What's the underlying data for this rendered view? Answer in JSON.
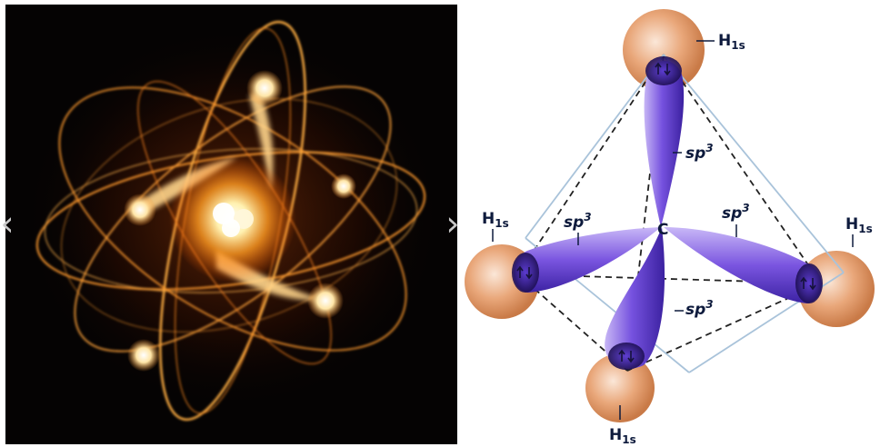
{
  "atom_illustration": {
    "icon": "atom-orbit-glow",
    "colors": {
      "background": "#050303",
      "orbit": "#ff9a2e",
      "core": "#fff6c8"
    }
  },
  "methane_diagram": {
    "center_atom": "C",
    "hydrogen_labels": [
      {
        "main": "H",
        "sub": "1s"
      },
      {
        "main": "H",
        "sub": "1s"
      },
      {
        "main": "H",
        "sub": "1s"
      },
      {
        "main": "H",
        "sub": "1s"
      }
    ],
    "hybrid_labels": [
      {
        "main": "sp",
        "sup": "3"
      },
      {
        "main": "sp",
        "sup": "3"
      },
      {
        "main": "sp",
        "sup": "3"
      },
      {
        "main": "sp",
        "sup": "3"
      }
    ],
    "colors": {
      "lobe": "#7a55e0",
      "lobe_dark": "#2b1770",
      "hydrogen": "#d98a52",
      "label": "#0d1a3c"
    }
  },
  "navigation": {
    "prev_glyph": "‹",
    "next_glyph": "›"
  }
}
